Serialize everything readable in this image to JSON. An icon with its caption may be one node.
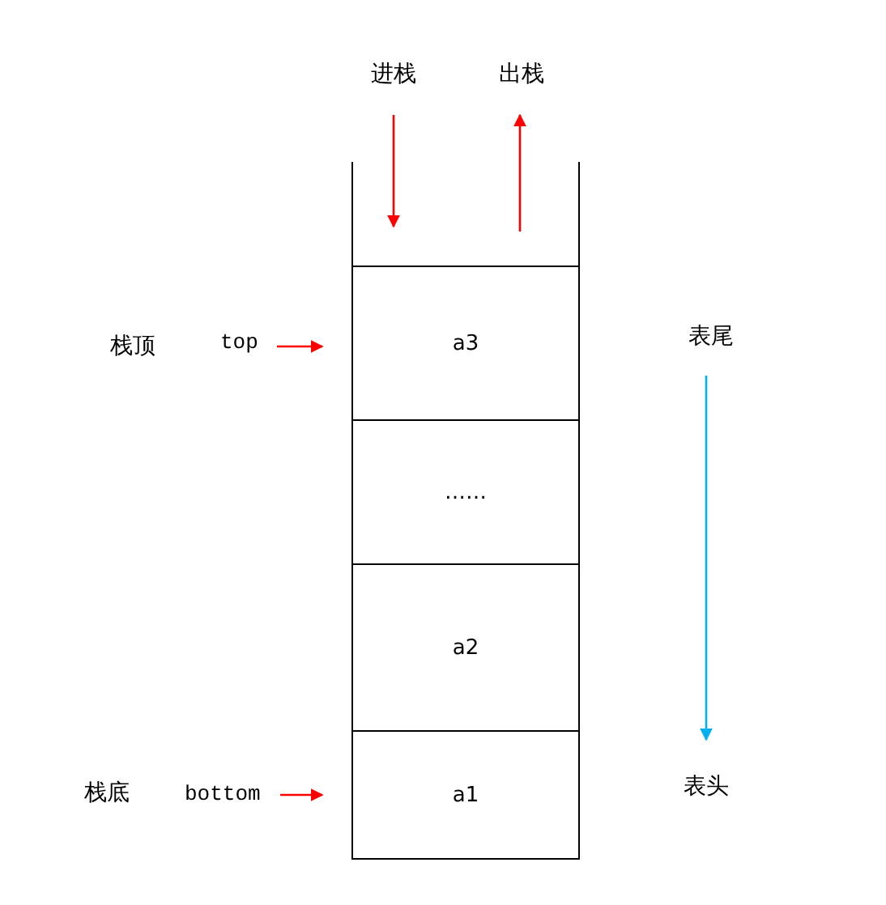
{
  "diagram": {
    "nodes": [
      {
        "text": [
          "进栈"
        ]
      },
      {
        "text": [
          "出栈"
        ]
      },
      {
        "text": [
          "top"
        ]
      },
      {
        "text": [
          "a3"
        ]
      },
      {
        "text": [
          "……"
        ]
      },
      {
        "text": [
          "a2"
        ]
      },
      {
        "text": [
          "bottom"
        ]
      },
      {
        "text": [
          "a1"
        ]
      },
      {
        "text": [
          "表尾"
        ]
      },
      {
        "text": [
          "表头"
        ]
      }
    ],
    "edges": [
      {
        "from": 0,
        "to": 3,
        "arrow": "to"
      },
      {
        "from": 3,
        "to": 1,
        "arrow": "to"
      },
      {
        "from": 2,
        "to": 3,
        "arrow": "to"
      },
      {
        "from": 6,
        "to": 7,
        "arrow": "to"
      },
      {
        "from": 8,
        "to": 9,
        "arrow": "to",
        "color": "#00b0f0"
      }
    ],
    "labels": [
      "栈顶",
      "栈底"
    ]
  }
}
